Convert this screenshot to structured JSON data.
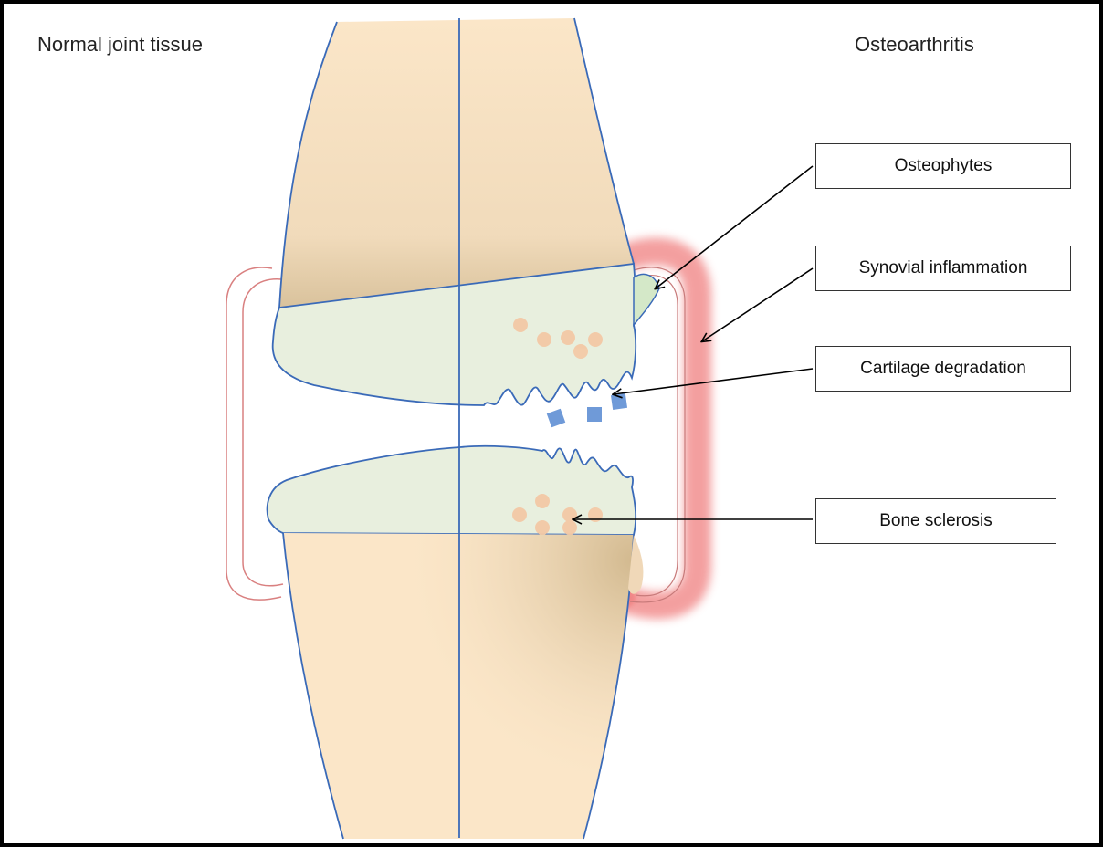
{
  "titles": {
    "normal": "Normal joint tissue",
    "osteoarthritis": "Osteoarthritis"
  },
  "labels": {
    "osteophytes": "Osteophytes",
    "synovial_inflammation": "Synovial inflammation",
    "cartilage_degradation": "Cartilage degradation",
    "bone_sclerosis": "Bone sclerosis"
  },
  "colors": {
    "frame": "#000000",
    "bone_fill": "#fbe6c8",
    "bone_shade": "#d9c29c",
    "cartilage_fill": "#e8efde",
    "outline": "#3a6ab8",
    "synovium_normal": "#d98080",
    "synovium_inflamed": "#f08080",
    "debris": "#6f9ad8",
    "sclerosis_dots": "#f3c9a6"
  }
}
